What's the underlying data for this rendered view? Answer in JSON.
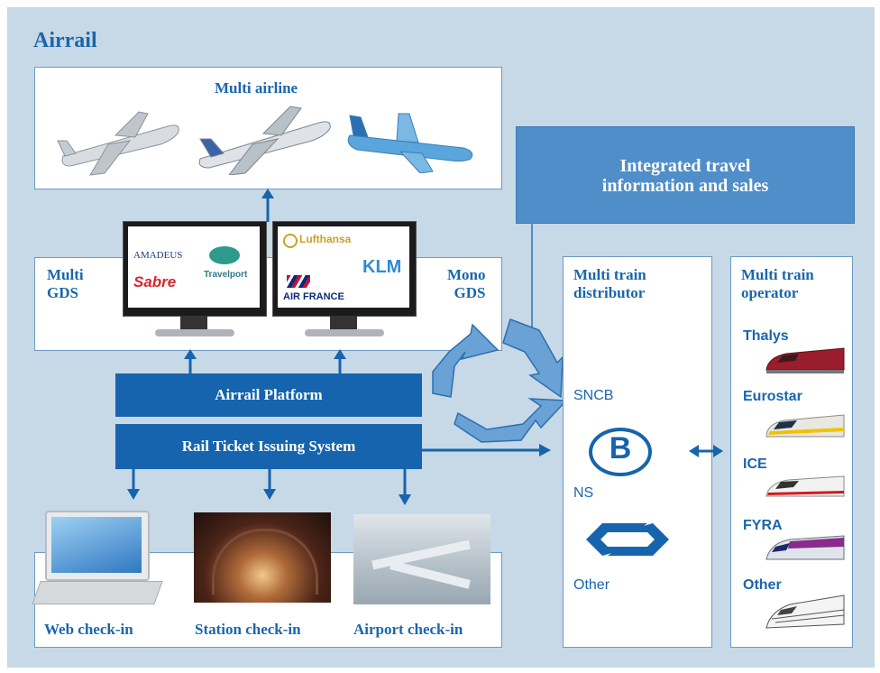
{
  "title": "Airrail",
  "airlines": {
    "label": "Multi airline"
  },
  "integrated": {
    "line1": "Integrated travel",
    "line2": "information and sales"
  },
  "gds": {
    "multi_line1": "Multi",
    "multi_line2": "GDS",
    "mono_line1": "Mono",
    "mono_line2": "GDS",
    "screen1_logos": [
      "AMADEUS",
      "Sabre",
      "Travelport"
    ],
    "screen2_logos": [
      "Lufthansa",
      "KLM",
      "AIR FRANCE"
    ]
  },
  "platform": {
    "label": "Airrail Platform"
  },
  "rtis": {
    "label": "Rail Ticket Issuing System"
  },
  "checkins": {
    "web": "Web check-in",
    "station": "Station check-in",
    "airport": "Airport check-in"
  },
  "distributor": {
    "title_line1": "Multi train",
    "title_line2": "distributor",
    "items": [
      "SNCB",
      "NS",
      "Other"
    ],
    "sncb_logo": "B"
  },
  "operator": {
    "title_line1": "Multi train",
    "title_line2": "operator",
    "items": [
      "Thalys",
      "Eurostar",
      "ICE",
      "FYRA",
      "Other"
    ]
  },
  "colors": {
    "accent": "#1a66ac",
    "bar": "#1664ad",
    "panel": "#c7d8e7",
    "integrated": "#4f8ec9"
  }
}
